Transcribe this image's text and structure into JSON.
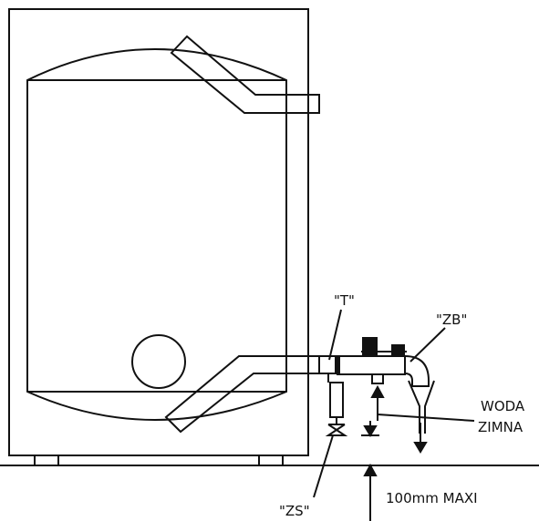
{
  "labels": {
    "t": "\"T\"",
    "zb": "\"ZB\"",
    "zs": "\"ZS\"",
    "woda": "WODA",
    "zimna": "ZIMNA",
    "distance": "100mm MAXI"
  },
  "colors": {
    "line": "#111111",
    "background": "#ffffff",
    "fill_dark": "#111111"
  }
}
